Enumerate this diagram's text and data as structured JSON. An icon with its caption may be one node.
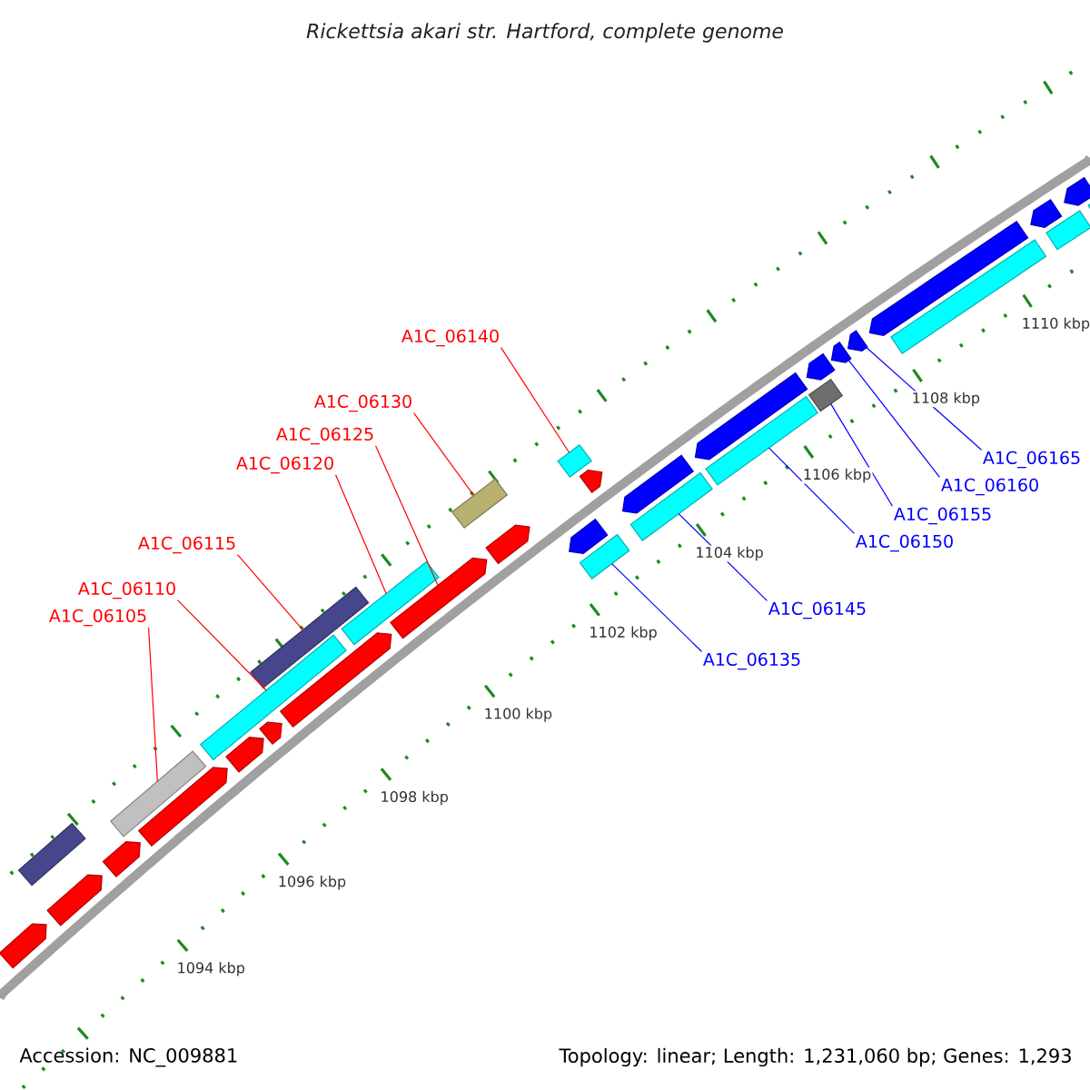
{
  "diagram": {
    "title": "Rickettsia akari str. Hartford, complete genome",
    "nodes": [
      {
        "text": [
          "A1C_06140"
        ]
      },
      {
        "text": [
          "A1C_06130"
        ]
      },
      {
        "text": [
          "A1C_06125"
        ]
      },
      {
        "text": [
          "A1C_06120"
        ]
      },
      {
        "text": [
          "A1C_06115"
        ]
      },
      {
        "text": [
          "A1C_06110"
        ]
      },
      {
        "text": [
          "A1C_06105"
        ]
      },
      {
        "text": [
          "A1C_06165"
        ]
      },
      {
        "text": [
          "A1C_06160"
        ]
      },
      {
        "text": [
          "A1C_06155"
        ]
      },
      {
        "text": [
          "A1C_06150"
        ]
      },
      {
        "text": [
          "A1C_06145"
        ]
      },
      {
        "text": [
          "A1C_06135"
        ]
      },
      {
        "text": [],
        "shape": "pentagon"
      },
      {
        "text": [],
        "shape": "pentagon"
      },
      {
        "text": [],
        "shape": "pentagon"
      },
      {
        "text": [],
        "shape": "pentagon"
      },
      {
        "text": [],
        "shape": "pentagon"
      },
      {
        "text": [],
        "shape": "pentagon"
      },
      {
        "text": [],
        "shape": "pentagon"
      },
      {
        "text": [],
        "shape": "pentagon"
      },
      {
        "text": [],
        "shape": "pentagon"
      },
      {
        "text": [],
        "shape": "pentagon"
      },
      {
        "text": [],
        "shape": "box"
      },
      {
        "text": [],
        "shape": "box"
      },
      {
        "text": [],
        "shape": "box"
      },
      {
        "text": [],
        "shape": "box"
      },
      {
        "text": [],
        "shape": "box"
      },
      {
        "text": [],
        "shape": "box"
      },
      {
        "text": [],
        "shape": "box"
      },
      {
        "text": [],
        "shape": "pentagon"
      },
      {
        "text": [],
        "shape": "box"
      },
      {
        "text": [],
        "shape": "pentagon"
      },
      {
        "text": [],
        "shape": "box"
      },
      {
        "text": [],
        "shape": "pentagon"
      },
      {
        "text": [],
        "shape": "box"
      },
      {
        "text": [],
        "shape": "box"
      },
      {
        "text": [],
        "shape": "pentagon"
      },
      {
        "text": [],
        "shape": "pentagon"
      },
      {
        "text": [],
        "shape": "pentagon"
      },
      {
        "text": [],
        "shape": "pentagon"
      },
      {
        "text": [],
        "shape": "box"
      },
      {
        "text": [],
        "shape": "pentagon"
      },
      {
        "text": [],
        "shape": "box"
      },
      {
        "text": [],
        "shape": "pentagon"
      },
      {
        "text": [],
        "shape": "box"
      }
    ],
    "edges": [
      {
        "from": 0,
        "to": 29,
        "arrow": "none"
      },
      {
        "from": 1,
        "to": 28,
        "arrow": "none"
      },
      {
        "from": 2,
        "to": 20,
        "arrow": "none"
      },
      {
        "from": 3,
        "to": 27,
        "arrow": "none"
      },
      {
        "from": 4,
        "to": 26,
        "arrow": "none"
      },
      {
        "from": 5,
        "to": 25,
        "arrow": "none"
      },
      {
        "from": 6,
        "to": 24,
        "arrow": "none"
      },
      {
        "from": 7,
        "to": 39,
        "arrow": "none",
        "color": "#0000ff"
      },
      {
        "from": 8,
        "to": 38,
        "arrow": "none",
        "color": "#0000ff"
      },
      {
        "from": 9,
        "to": 36,
        "arrow": "none",
        "color": "#0000ff"
      },
      {
        "from": 10,
        "to": 35,
        "arrow": "none",
        "color": "#0000ff"
      },
      {
        "from": 11,
        "to": 33,
        "arrow": "none",
        "color": "#0000ff"
      },
      {
        "from": 12,
        "to": 31,
        "arrow": "none",
        "color": "#0000ff"
      }
    ],
    "labels": [
      "1110 kbp",
      "1108 kbp",
      "1106 kbp",
      "1104 kbp",
      "1102 kbp",
      "1100 kbp",
      "1098 kbp",
      "1096 kbp",
      "1094 kbp",
      "Accession: NC_009881",
      "Topology: linear; Length: 1,231,060 bp; Genes: 1,293"
    ]
  }
}
